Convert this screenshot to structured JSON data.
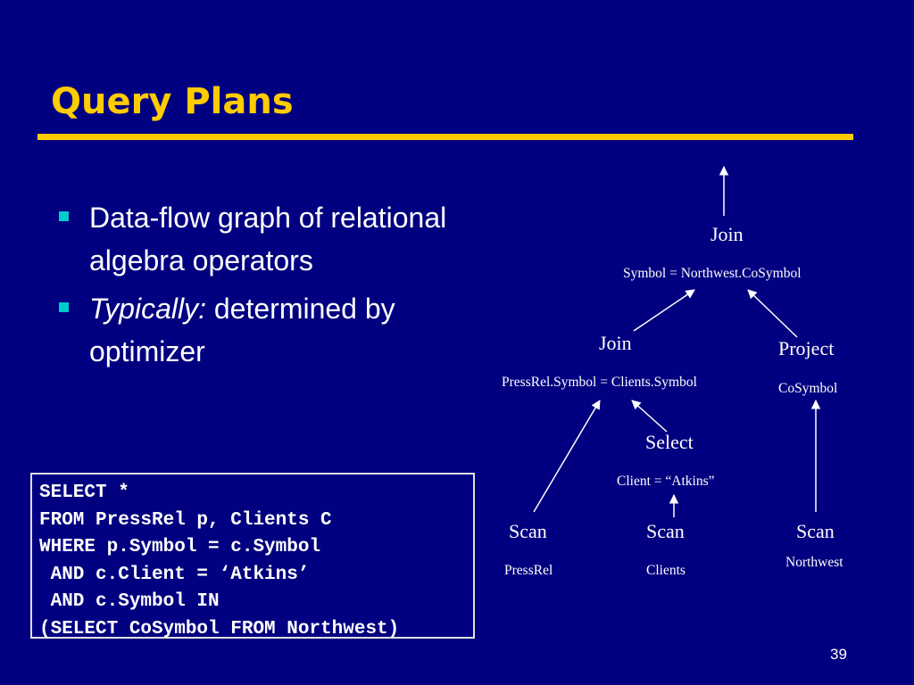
{
  "title": "Query Plans",
  "bullets": [
    {
      "italic_prefix": "",
      "text": "Data-flow graph of relational algebra operators"
    },
    {
      "italic_prefix": "Typically:",
      "text": " determined by optimizer"
    }
  ],
  "sql": [
    "SELECT *",
    "FROM PressRel p, Clients C",
    "WHERE p.Symbol = c.Symbol",
    " AND c.Client = ‘Atkins’",
    " AND c.Symbol IN",
    "(SELECT CoSymbol FROM Northwest)"
  ],
  "plan": {
    "top_join": {
      "op": "Join",
      "cond": "Symbol = Northwest.CoSymbol"
    },
    "inner_join": {
      "op": "Join",
      "cond": "PressRel.Symbol = Clients.Symbol"
    },
    "project": {
      "op": "Project",
      "cond": "CoSymbol"
    },
    "select": {
      "op": "Select",
      "cond": "Client = “Atkins”"
    },
    "scan_pressrel": {
      "op": "Scan",
      "cond": "PressRel"
    },
    "scan_clients": {
      "op": "Scan",
      "cond": "Clients"
    },
    "scan_northwest": {
      "op": "Scan",
      "cond": "Northwest"
    }
  },
  "colors": {
    "background": "#000080",
    "title": "#ffcc00",
    "bullet": "#00cccc",
    "text": "#ffffff"
  },
  "page_number": "39"
}
